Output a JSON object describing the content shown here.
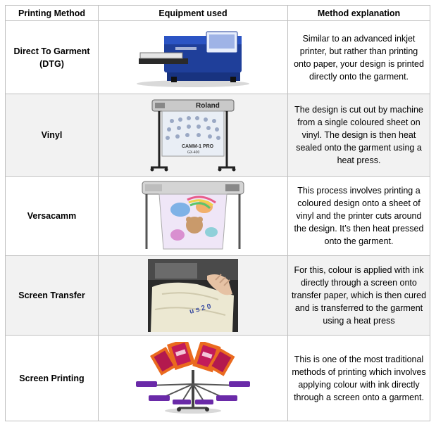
{
  "table": {
    "headers": [
      "Printing Method",
      "Equipment used",
      "Method explanation"
    ],
    "rows": [
      {
        "method": "Direct To Garment\n(DTG)",
        "equipment_icon": "dtg-printer-icon",
        "explanation": "Similar to an advanced inkjet printer, but rather than printing onto paper, your design is printed directly onto the garment."
      },
      {
        "method": "Vinyl",
        "equipment_icon": "vinyl-cutter-icon",
        "equipment_brand": "Roland",
        "equipment_model": "CAMM-1 PRO",
        "equipment_model_code": "GX-400",
        "explanation": "The design is cut out by machine from a single coloured sheet on vinyl. The design is then heat sealed onto the garment using a heat press."
      },
      {
        "method": "Versacamm",
        "equipment_icon": "versacamm-printer-icon",
        "explanation": "This process involves printing a coloured design onto a sheet of vinyl and the printer cuts around the design. It’s then heat pressed onto the garment."
      },
      {
        "method": "Screen Transfer",
        "equipment_icon": "screen-transfer-photo-icon",
        "explanation": "For this, colour is applied with ink directly through a screen onto transfer paper, which is then cured and is transferred to the garment using a heat press"
      },
      {
        "method": "Screen Printing",
        "equipment_icon": "screen-printing-press-icon",
        "explanation": "This is one of the most traditional methods of printing which involves applying colour with ink directly through a screen onto a garment."
      }
    ]
  }
}
